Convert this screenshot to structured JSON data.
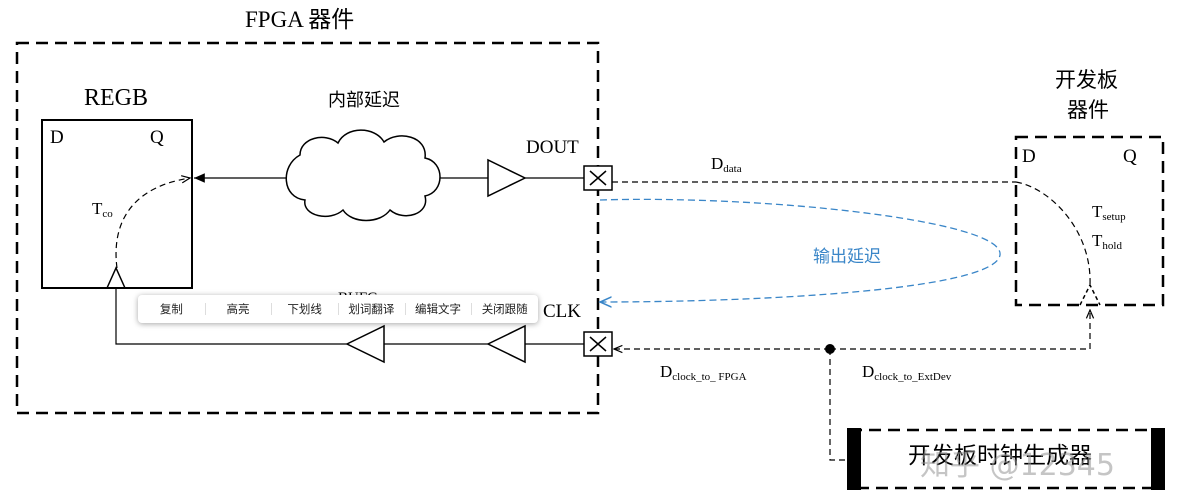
{
  "fpga": {
    "title": "FPGA 器件"
  },
  "regb": {
    "title": "REGB",
    "d": "D",
    "q": "Q",
    "tco_main": "T",
    "tco_sub": "co"
  },
  "internal_delay": "内部延迟",
  "dout": "DOUT",
  "clk": "CLK",
  "ddata": {
    "main": "D",
    "sub": "data"
  },
  "output_delay": "输出延迟",
  "devboard": {
    "title_line1": "开发板",
    "title_line2": "器件",
    "d": "D",
    "q": "Q",
    "tsetup_main": "T",
    "tsetup_sub": "setup",
    "thold_main": "T",
    "thold_sub": "hold"
  },
  "dclk_fpga": {
    "main": "D",
    "sub": "clock_to_ FPGA"
  },
  "dclk_ext": {
    "main": "D",
    "sub": "clock_to_ExtDev"
  },
  "clock_gen": "开发板时钟生成器",
  "partial_label": "BUFG",
  "toolbar": {
    "items": [
      "复制",
      "高亮",
      "下划线",
      "划词翻译",
      "编辑文字",
      "关闭跟随"
    ]
  },
  "watermark": "知乎 @12345",
  "colors": {
    "line": "#000000",
    "output_delay": "#3a86c8"
  }
}
